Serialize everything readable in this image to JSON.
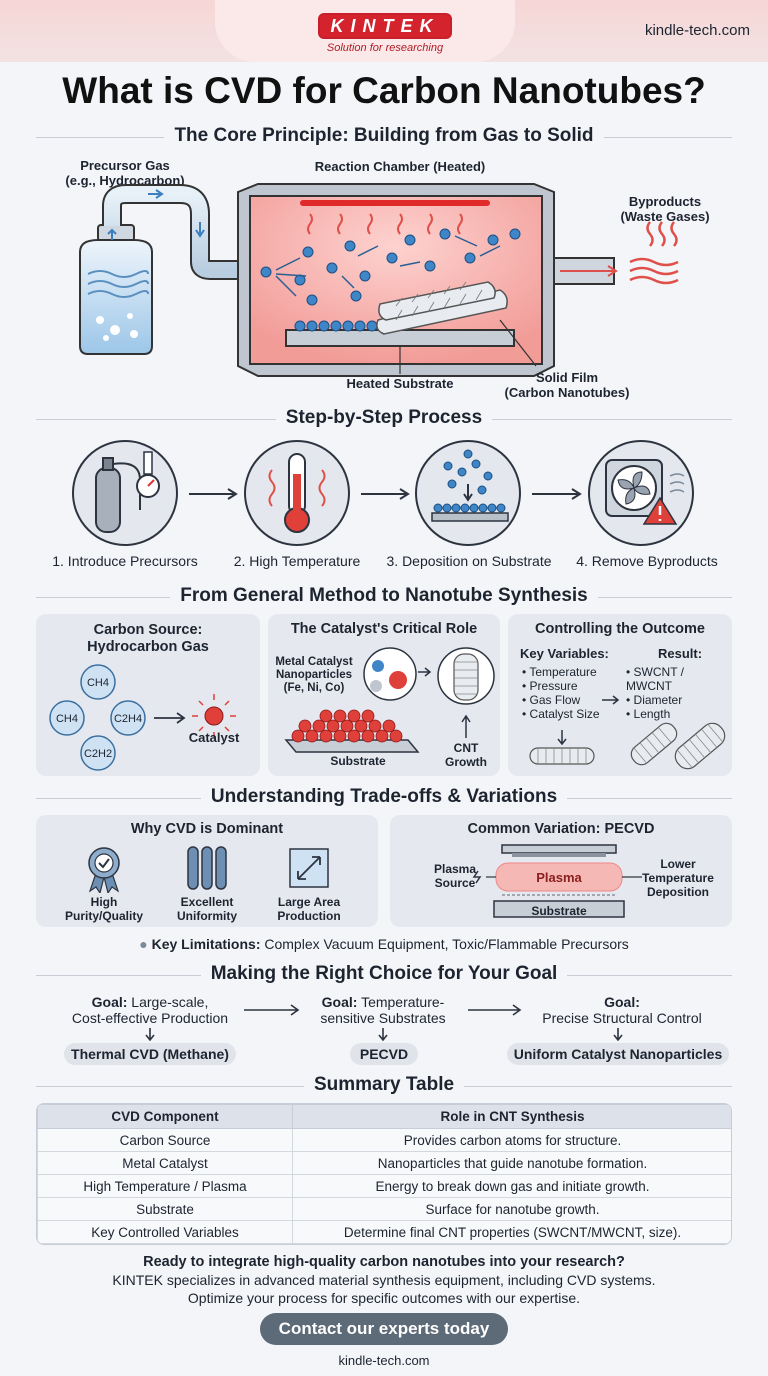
{
  "header": {
    "logo": "KINTEK",
    "tagline": "Solution for researching",
    "site": "kindle-tech.com"
  },
  "title": "What is CVD for Carbon Nanotubes?",
  "core": {
    "heading": "The Core Principle: Building from Gas to Solid",
    "precursor": [
      "Precursor Gas",
      "(e.g., Hydrocarbon)"
    ],
    "chamber": "Reaction Chamber (Heated)",
    "byproducts": [
      "Byproducts",
      "(Waste Gases)"
    ],
    "substrate": "Heated Substrate",
    "film": [
      "Solid Film",
      "(Carbon Nanotubes)"
    ]
  },
  "steps": {
    "heading": "Step-by-Step Process",
    "items": [
      "1. Introduce Precursors",
      "2. High Temperature",
      "3. Deposition on Substrate",
      "4. Remove Byproducts"
    ]
  },
  "general": {
    "heading": "From General Method to Nanotube Synthesis",
    "carbon": {
      "title": [
        "Carbon Source:",
        "Hydrocarbon Gas"
      ],
      "molecules": [
        "CH4",
        "CH4",
        "C2H4",
        "C2H2"
      ],
      "catalyst": "Catalyst"
    },
    "catalyst": {
      "title": "The Catalyst's Critical Role",
      "metal": [
        "Metal Catalyst",
        "Nanoparticles",
        "(Fe, Ni, Co)"
      ],
      "substrate": "Substrate",
      "growth": [
        "CNT",
        "Growth"
      ]
    },
    "control": {
      "title": "Controlling the Outcome",
      "vars_title": "Key Variables:",
      "vars": [
        "• Temperature",
        "• Pressure",
        "• Gas Flow",
        "• Catalyst Size"
      ],
      "result_title": "Result:",
      "results": [
        "• SWCNT / MWCNT",
        "• Diameter",
        "• Length"
      ]
    }
  },
  "tradeoffs": {
    "heading": "Understanding Trade-offs & Variations",
    "dominant": {
      "title": "Why CVD is Dominant",
      "items": [
        [
          "High",
          "Purity/Quality"
        ],
        [
          "Excellent",
          "Uniformity"
        ],
        [
          "Large Area",
          "Production"
        ]
      ]
    },
    "pecvd": {
      "title": "Common Variation: PECVD",
      "source": [
        "Plasma",
        "Source"
      ],
      "plasma": "Plasma",
      "lower": [
        "Lower",
        "Temperature",
        "Deposition"
      ],
      "substrate": "Substrate"
    },
    "limit_label": "Key Limitations:",
    "limit_text": " Complex Vacuum Equipment, Toxic/Flammable Precursors"
  },
  "choice": {
    "heading": "Making the Right Choice for Your Goal",
    "goals": [
      {
        "label": "Goal:",
        "text1": " Large-scale,",
        "text2": "Cost-effective Production",
        "result": "Thermal CVD (Methane)"
      },
      {
        "label": "Goal:",
        "text1": " Temperature-",
        "text2": "sensitive Substrates",
        "result": "PECVD"
      },
      {
        "label": "Goal:",
        "text1": "",
        "text2": "Precise Structural Control",
        "result": "Uniform Catalyst Nanoparticles"
      }
    ]
  },
  "summary": {
    "heading": "Summary Table",
    "columns": [
      "CVD Component",
      "Role in CNT Synthesis"
    ],
    "rows": [
      [
        "Carbon Source",
        "Provides carbon atoms for structure."
      ],
      [
        "Metal Catalyst",
        "Nanoparticles that guide nanotube formation."
      ],
      [
        "High Temperature / Plasma",
        "Energy to break down gas and initiate growth."
      ],
      [
        "Substrate",
        "Surface for nanotube growth."
      ],
      [
        "Key Controlled Variables",
        "Determine final CNT properties (SWCNT/MWCNT, size)."
      ]
    ]
  },
  "footer": {
    "question": "Ready to integrate high-quality carbon nanotubes into your research?",
    "line1": "KINTEK specializes in advanced material synthesis equipment, including CVD systems.",
    "line2": "Optimize your process for specific outcomes with our expertise.",
    "cta": "Contact our experts today",
    "site": "kindle-tech.com"
  }
}
